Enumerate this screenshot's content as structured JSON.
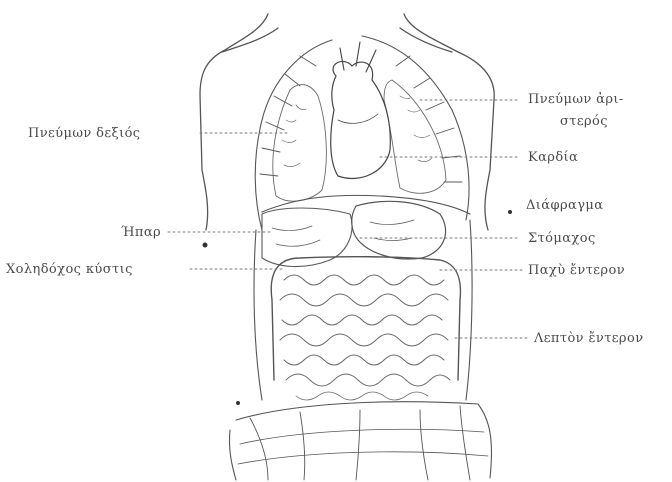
{
  "labels": {
    "lung_right": "Πνεύμων δεξιός",
    "liver": "Ήπαρ",
    "gallbladder": "Χοληδόχος κύστις",
    "lung_left_1": "Πνεύμων ἀρι-",
    "lung_left_2": "στερός",
    "heart": "Καρδία",
    "diaphragm": "Διάφραγμα",
    "stomach": "Στόμαχος",
    "large_intestine": "Παχὺ ἔντερον",
    "small_intestine": "Λεπτὸν ἔντερον"
  }
}
